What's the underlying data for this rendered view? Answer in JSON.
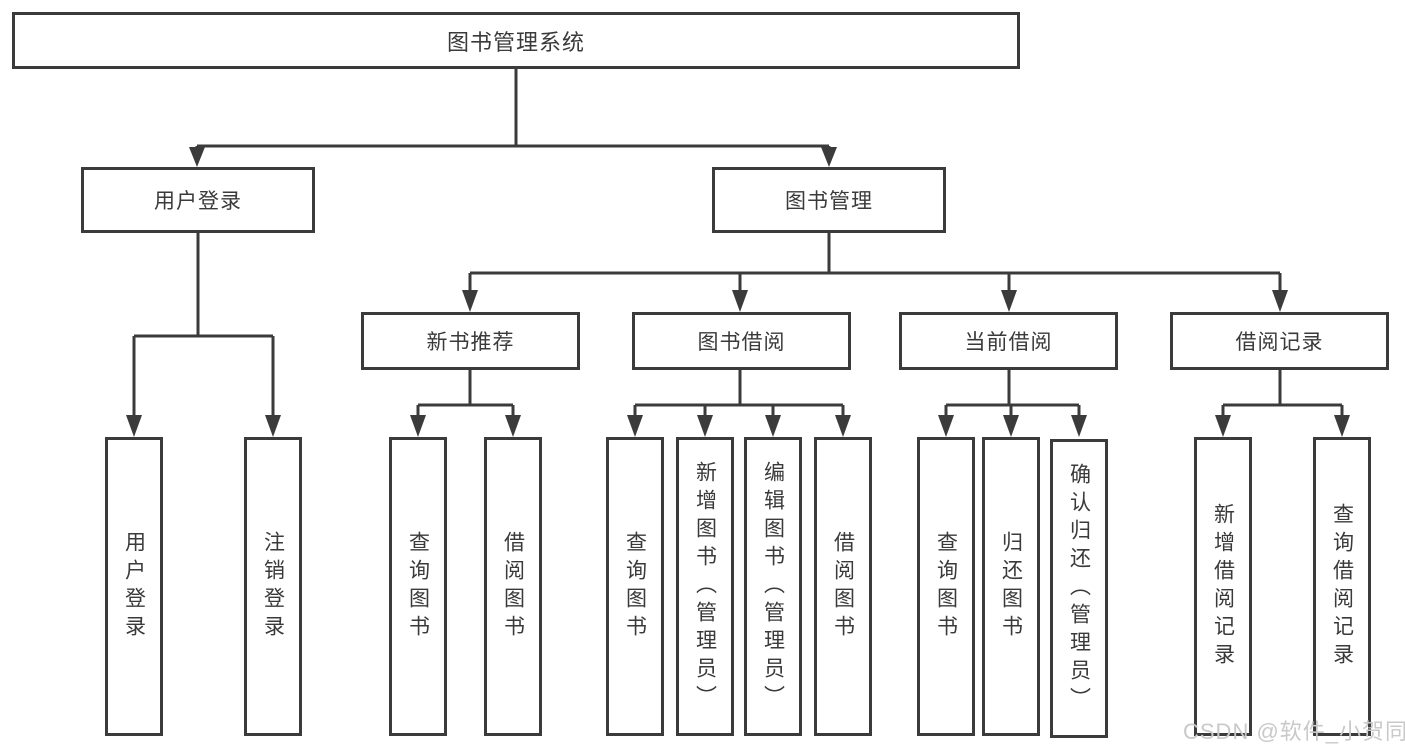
{
  "diagram": {
    "root": {
      "label": "图书管理系统"
    },
    "level2": [
      {
        "label": "用户登录"
      },
      {
        "label": "图书管理"
      }
    ],
    "level3": [
      {
        "label": "新书推荐"
      },
      {
        "label": "图书借阅"
      },
      {
        "label": "当前借阅"
      },
      {
        "label": "借阅记录"
      }
    ],
    "leaves": {
      "user_login": [
        "用户登录",
        "注销登录"
      ],
      "new_books": [
        "查询图书",
        "借阅图书"
      ],
      "book_borrow": [
        "查询图书",
        "新增图书（管理员）",
        "编辑图书（管理员）",
        "借阅图书"
      ],
      "current_borrow": [
        "查询图书",
        "归还图书",
        "确认归还（管理员）"
      ],
      "borrow_records": [
        "新增借阅记录",
        "查询借阅记录"
      ]
    },
    "colors": {
      "line": "#3b3b3b",
      "text": "#3a3a3a",
      "watermark": "#c9c9c9",
      "background": "#ffffff"
    }
  },
  "watermark": {
    "text": "CSDN @软件_小贺同学"
  }
}
